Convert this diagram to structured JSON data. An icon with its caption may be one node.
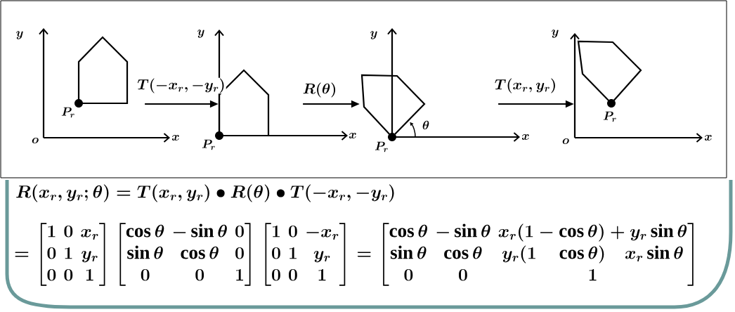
{
  "diagram": {
    "nodes": [
      {
        "text": [],
        "shape": "picture"
      },
      {
        "text": [],
        "shape": "picture"
      },
      {
        "text": [],
        "shape": "picture"
      },
      {
        "text": [],
        "shape": "picture"
      }
    ],
    "edges": [
      {
        "from": 0,
        "to": 1,
        "arrow": "to",
        "label": "T(-x_r,-y_r)"
      },
      {
        "from": 1,
        "to": 2,
        "arrow": "to",
        "label": "R(\\theta)"
      },
      {
        "from": 2,
        "to": 3,
        "arrow": "to",
        "label": "T(x_r,y_r)"
      }
    ],
    "labels": [
      "y",
      "x",
      "o",
      "P_r",
      "y",
      "P_r",
      "x",
      "y",
      "\\theta",
      "P_r",
      "x",
      "y",
      "P_r",
      "o",
      "x",
      "R(x_r,y_r;\\theta)=T(x_r,y_r)\\bullet R(\\theta)\\bullet T(-x_r,-y_r)",
      "=\\begin{bmatrix}1&0&x_r\\\\0&1&y_r\\\\0&0&1\\end{bmatrix}\\begin{bmatrix}\\cos\\theta&-\\sin\\theta&0\\\\\\sin\\theta&\\cos\\theta&0\\\\0&0&1\\end{bmatrix}\\begin{bmatrix}1&0&-x_r\\\\0&1&y_r\\\\0&0&1\\end{bmatrix}=\\begin{bmatrix}\\cos\\theta&-\\sin\\theta&x_r(1-\\cos\\theta)+y_r\\sin\\theta\\\\\\sin\\theta&\\cos\\theta&y_r(1\\quad\\cos\\theta)\\quad x_r\\sin\\theta\\\\0&0&1\\end{bmatrix}"
    ]
  }
}
